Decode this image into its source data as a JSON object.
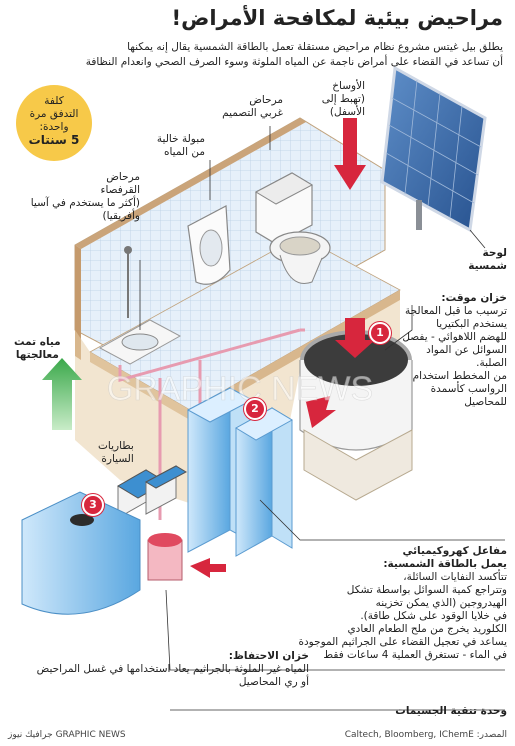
{
  "title": "مراحيض بيئية لمكافحة الأمراض!",
  "intro": [
    "يطلق بيل غيتس مشروع نظام مراحيض مستقلة تعمل بالطاقة الشمسية يقال إنه يمكنها",
    "أن تساعد في القضاء على أمراض ناجمة عن المياه الملوثة وسوء الصرف الصحي وانعدام النظافة"
  ],
  "cost_badge": {
    "lines": [
      "كلفة",
      "التدفق مرة",
      "واحدة:"
    ],
    "value": "5 سنتات"
  },
  "labels": {
    "waste": [
      "الأوساخ",
      "(تهبط إلى",
      "الأسفل)"
    ],
    "western_toilet": [
      "مرحاض",
      "غربي التصميم"
    ],
    "urinal": [
      "مبولة خالية",
      "من المياه"
    ],
    "squat_toilet": [
      "مرحاض",
      "القرفصاء",
      "(أكثر ما يستخدم في آسيا",
      "وأفريقيا)"
    ],
    "solar_panel": [
      "لوحة",
      "شمسية"
    ],
    "treated_water": [
      "مياه تمت",
      "معالجتها"
    ],
    "batteries": [
      "بطاريات",
      "السيارة"
    ]
  },
  "temp_tank": {
    "heading": "خزان موقت:",
    "lines": [
      "ترسيب ما قبل المعالجة",
      "يستخدم البكتيريا",
      "للهضم اللاهوائي - يفصل",
      "السوائل عن المواد",
      "الصلبة.",
      "من المخطط استخدام",
      "الرواسب كأسمدة",
      "للمحاصيل"
    ]
  },
  "reactor": {
    "heading": "مفاعل كهروكيميائي",
    "heading2": "يعمل بالطاقة الشمسية:",
    "lines": [
      "تتأكسد النفايات السائلة،",
      "وتتراجع كمية السوائل بواسطة تشكل",
      "الهيدروجين (الذي يمكن تخزينه",
      "في خلايا الوقود على شكل طاقة).",
      "الكلوريد يخرج من ملح الطعام العادي",
      "يساعد في تعجيل القضاء على الجراثيم الموجودة",
      "في الماء - تستغرق العملية 4 ساعات فقط"
    ]
  },
  "storage_tank": {
    "heading": "خزان الاحتفاظ:",
    "lines": [
      "المياه غير الملوثة بالجراثيم يعاد استخدامها في غسل المراحيض",
      "أو ري المحاصيل"
    ]
  },
  "particle_unit": "وحدة تنقية الجسيمات",
  "steps": [
    "1",
    "2",
    "3"
  ],
  "watermark": "GRAPHIC NEWS",
  "credit": "جرافيك نيوز GRAPHIC NEWS",
  "source": "المصدر: Caltech, Bloomberg, IChemE",
  "colors": {
    "accent_red": "#d7263d",
    "arrow_green": "#3aa84a",
    "badge_yellow": "#f7c949",
    "tile_blue": "#e3eef8",
    "wall_tan": "#d8b58e",
    "tank_blue": "#8ec8ef"
  }
}
